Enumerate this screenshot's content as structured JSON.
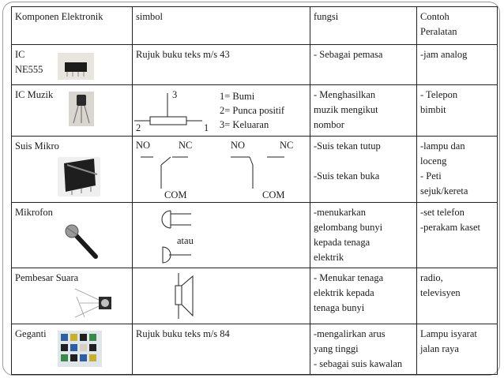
{
  "header": {
    "col1": "Komponen Elektronik",
    "col2": "simbol",
    "col3": "fungsi",
    "col4_line1": "Contoh",
    "col4_line2": "Peralatan"
  },
  "rows": [
    {
      "component_line1": "IC",
      "component_line2": "NE555",
      "symbol_text": "Rujuk buku teks m/s 43",
      "function": [
        "- Sebagai pemasa"
      ],
      "example": [
        "-jam analog"
      ]
    },
    {
      "component": "IC Muzik",
      "symbol_pins": {
        "top": "3",
        "left": "2",
        "right": "1"
      },
      "symbol_legend": [
        "1= Bumi",
        "2= Punca positif",
        "3= Keluaran"
      ],
      "function": [
        "- Menghasilkan",
        "muzik mengikut",
        "nombor"
      ],
      "example": [
        "- Telepon",
        "bimbit"
      ]
    },
    {
      "component": "Suis Mikro",
      "symbol_labels": {
        "no_1": "NO",
        "nc_1": "NC",
        "no_2": "NO",
        "nc_2": "NC",
        "com_1": "COM",
        "com_2": "COM"
      },
      "function": [
        "-Suis tekan tutup",
        "-Suis tekan buka"
      ],
      "example": [
        "-lampu dan",
        "loceng",
        "- Peti",
        "sejuk/kereta"
      ]
    },
    {
      "component": "Mikrofon",
      "symbol_or": "atau",
      "function": [
        "-menukarkan",
        "gelombang bunyi",
        "kepada tenaga",
        "elektrik"
      ],
      "example": [
        "-set telefon",
        "-perakam kaset"
      ]
    },
    {
      "component": "Pembesar Suara",
      "function": [
        "- Menukar tenaga",
        "elektrik kepada",
        "tenaga bunyi"
      ],
      "example": [
        "radio,",
        "televisyen"
      ]
    },
    {
      "component": "Geganti",
      "symbol_text": "Rujuk buku teks m/s 84",
      "function": [
        "-mengalirkan arus",
        "yang tinggi",
        "- sebagai suis kawalan"
      ],
      "example": [
        "Lampu isyarat",
        "jalan raya"
      ]
    }
  ]
}
